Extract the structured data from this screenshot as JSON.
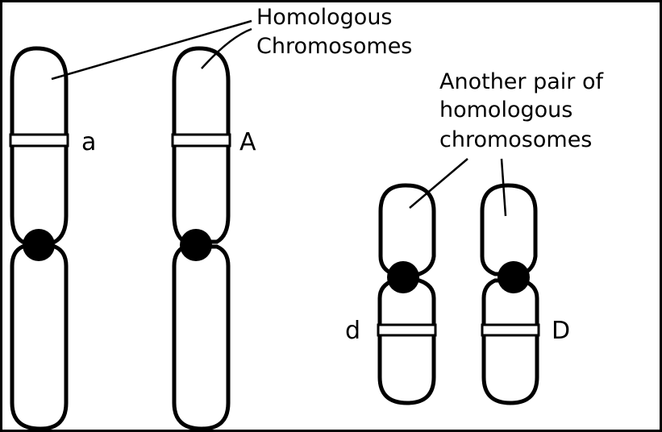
{
  "labels": {
    "homologous_line1": "Homologous",
    "homologous_line2": "Chromosomes",
    "another_line1": "Another pair of",
    "another_line2": "homologous",
    "another_line3": "chromosomes"
  },
  "alleles": {
    "pair1_left": "a",
    "pair1_right": "A",
    "pair2_left": "d",
    "pair2_right": "D"
  }
}
